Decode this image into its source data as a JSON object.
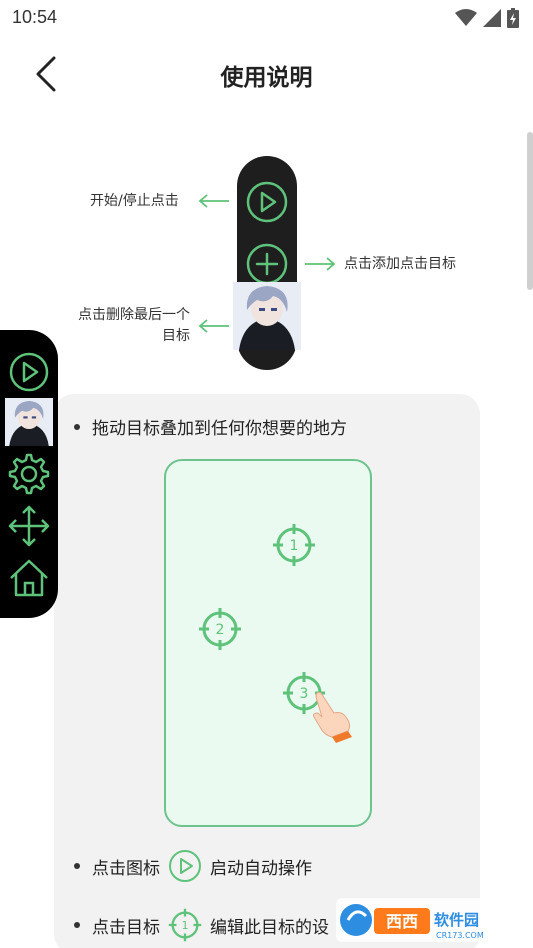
{
  "status_bar": {
    "time": "10:54"
  },
  "header": {
    "title": "使用说明"
  },
  "demo": {
    "caption_start": "开始/停止点击",
    "caption_add": "点击添加点击目标",
    "caption_delete_line1": "点击删除最后一个",
    "caption_delete_line2": "目标"
  },
  "instructions": {
    "drag": "拖动目标叠加到任何你想要的地方",
    "tap_icon_prefix": "点击图标",
    "tap_icon_suffix": "启动自动操作",
    "tap_target_prefix": "点击目标",
    "tap_target_suffix": "编辑此目标的设",
    "targets": [
      "1",
      "2",
      "3"
    ]
  },
  "watermark": {
    "brand": "西西软件园",
    "site": "CR173.COM"
  },
  "icons": {
    "play": "play-icon",
    "add": "plus-icon",
    "settings": "gear-icon",
    "move": "move-arrows-icon",
    "home": "home-icon"
  },
  "colors": {
    "accent": "#5ec27a",
    "dark": "#1e1e1e",
    "card": "#f2f2f2"
  }
}
